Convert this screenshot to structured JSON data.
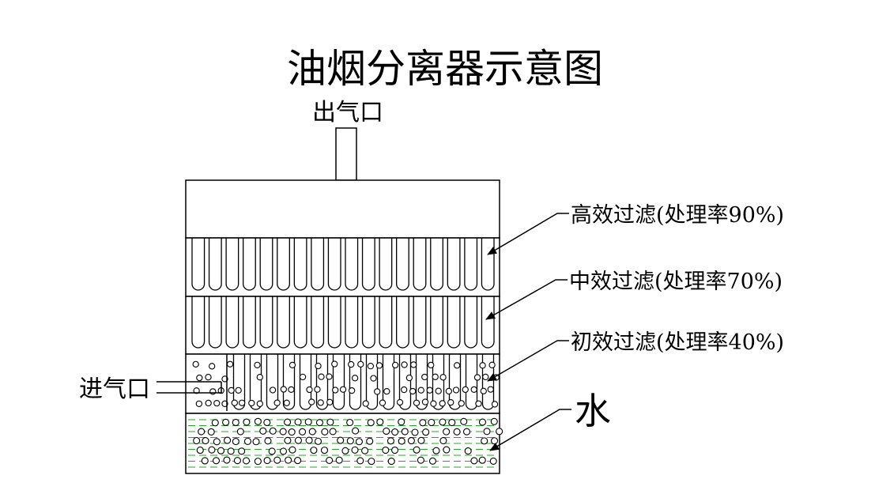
{
  "title": "油烟分离器示意图",
  "outlet_label": "出气口",
  "inlet_label": "进气口",
  "layers": {
    "high": "高效过滤(处理率90%)",
    "medium": "中效过滤(处理率70%)",
    "primary": "初效过滤(处理率40%)",
    "water": "水"
  },
  "colors": {
    "line": "#000000",
    "water_dash": "#22aa22"
  }
}
